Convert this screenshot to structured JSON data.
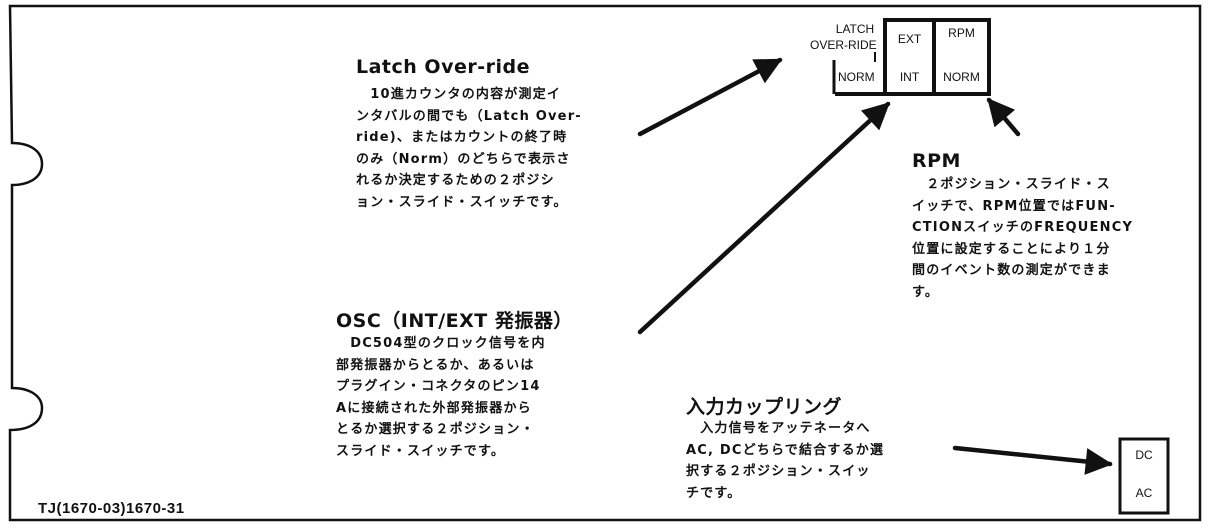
{
  "latch": {
    "title": "Latch Over-ride",
    "lines": [
      "　10進カウンタの内容が測定イ",
      "ンタバルの間でも（Latch Over-",
      "ride)、またはカウントの終了時",
      "のみ（Norm）のどちらで表示さ",
      "れるか決定するための２ポジシ",
      "ョン・スライド・スイッチです。"
    ]
  },
  "rpm": {
    "title": "RPM",
    "lines": [
      "　２ポジション・スライド・ス",
      "イッチで、RPM位置ではFUN-",
      "CTIONスイッチのFREQUENCY",
      "位置に設定することにより１分",
      "間のイベント数の測定ができま",
      "す。"
    ]
  },
  "osc": {
    "title": "OSC（INT/EXT 発振器）",
    "lines": [
      "　DC504型のクロック信号を内",
      "部発振器からとるか、あるいは",
      "プラグイン・コネクタのピン14",
      "Aに接続された外部発振器から",
      "とるか選択する２ポジション・",
      "スライド・スイッチです。"
    ]
  },
  "coupling": {
    "title": "入力カップリング",
    "lines": [
      "　入力信号をアッテネータへ",
      "AC, DCどちらで結合するか選",
      "択する２ポジション・スイッ",
      "チです。"
    ]
  },
  "switches": {
    "latch_top_1": "LATCH",
    "latch_top_2": "OVER-RIDE",
    "latch_bottom": "NORM",
    "ext_top": "EXT",
    "ext_bottom": "INT",
    "rpm_top": "RPM",
    "rpm_bottom": "NORM",
    "coupling_top": "DC",
    "coupling_bottom": "AC"
  },
  "caption": "TJ(1670-03)1670-31"
}
